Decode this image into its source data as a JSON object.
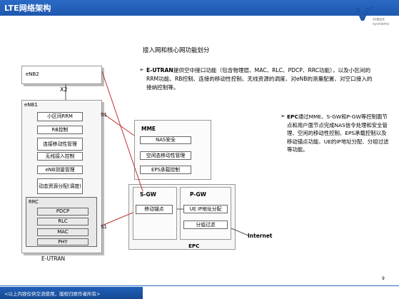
{
  "header": {
    "title": "LTE网络架构"
  },
  "logo": {
    "brand": "VIBOX systems"
  },
  "main_title": "接入网和核心网功能划分",
  "bullets": {
    "e_utran": "E-UTRAN提供空中接口功能（包含物理层、MAC、RLC、PDCP、RRC功能），以及小区间的RRM功能、RB控制、连接的移动性控制、无线资源的调度、对eNB的测量配置、对空口接入的接纳控制等。",
    "e_utran_prefix": "E-UTRAN",
    "e_utran_rest": "提供空中接口功能（包含物理层、MAC、RLC、PDCP、RRC功能），以及小区间的RRM功能、RB控制、连接的移动性控制、无线资源的调度、对eNB的测量配置、对空口接入的接纳控制等。",
    "epc_prefix": "EPC",
    "epc_rest": "通过MME、S-GW和P-GW等控制面节点和用户面节点完成NAS信令处理和安全管理、空闲的移动性控制、EPS承载控制以及移动锚点功能、UE的IP地址分配、分组过滤等功能。"
  },
  "diagram": {
    "enb2_label": "eNB2",
    "enb1_label": "eNB1",
    "x2_label": "X2",
    "s1_label": "S1",
    "eutran_label": "E-UTRAN",
    "enb_functions": [
      "小区间RRM",
      "RB控制",
      "连接移动性管理",
      "无线接入控制",
      "eNB测量管理",
      "动态资源分配(调度)"
    ],
    "protocol_stack": {
      "label": "RRC",
      "layers": [
        "PDCP",
        "RLC",
        "MAC",
        "PHY"
      ]
    },
    "epc_label": "EPC",
    "mme": {
      "label": "MME",
      "functions": [
        "NAS安全",
        "空闲态移动性管理",
        "EPS承载控制"
      ]
    },
    "sgw": {
      "label": "S-GW",
      "functions": [
        "移动锚点"
      ]
    },
    "pgw": {
      "label": "P-GW",
      "functions": [
        "UE IP地址分配",
        "分组过滤"
      ]
    },
    "internet_label": "Internet"
  },
  "footer": {
    "text": "<以上内容仅供交流使用，版权归原作者所有>",
    "page_number": "9"
  },
  "colors": {
    "header_blue": "#1e57ad",
    "red_line": "#c03030",
    "box_border": "#666666"
  }
}
